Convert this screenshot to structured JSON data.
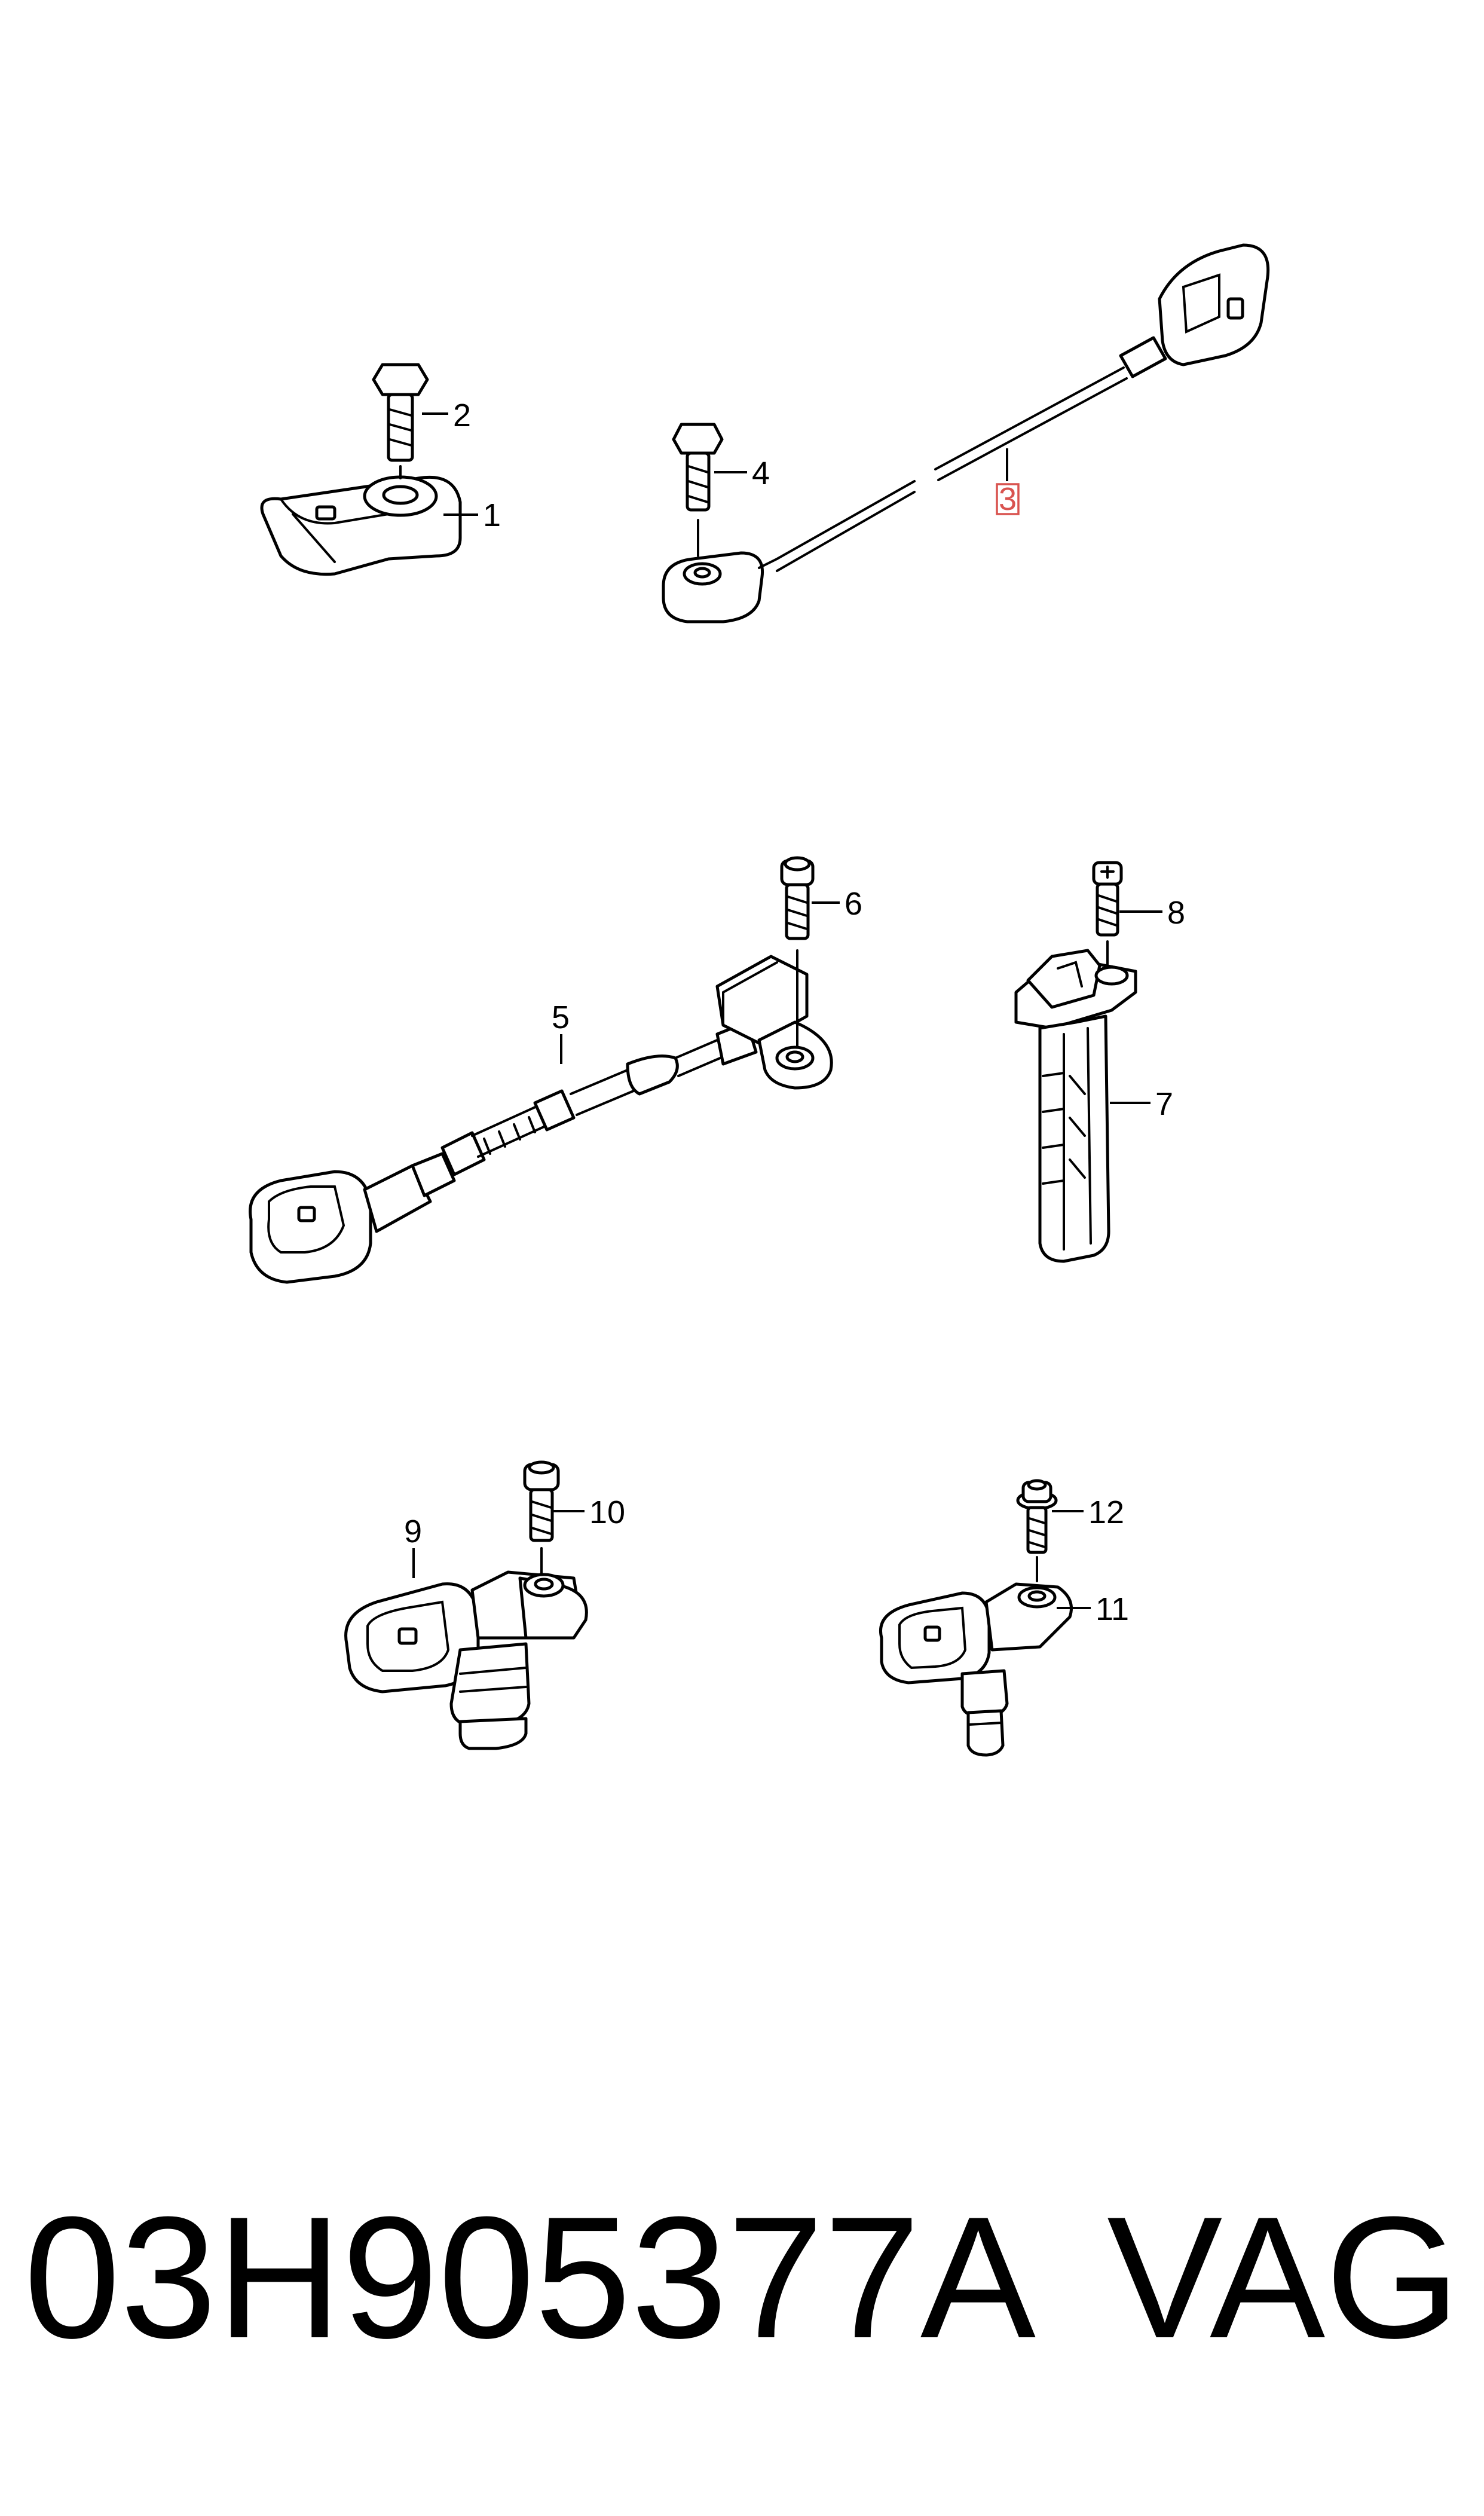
{
  "callouts": [
    {
      "id": "1",
      "label": "1"
    },
    {
      "id": "2",
      "label": "2"
    },
    {
      "id": "3",
      "label": "3",
      "highlighted": true
    },
    {
      "id": "4",
      "label": "4"
    },
    {
      "id": "5",
      "label": "5"
    },
    {
      "id": "6",
      "label": "6"
    },
    {
      "id": "7",
      "label": "7"
    },
    {
      "id": "8",
      "label": "8"
    },
    {
      "id": "9",
      "label": "9"
    },
    {
      "id": "10",
      "label": "10"
    },
    {
      "id": "11",
      "label": "11"
    },
    {
      "id": "12",
      "label": "12"
    }
  ],
  "footer": {
    "part_number": "03H905377A",
    "brand": "VAG"
  },
  "colors": {
    "line": "#000000",
    "highlight": "#d9534f",
    "background": "#ffffff"
  }
}
